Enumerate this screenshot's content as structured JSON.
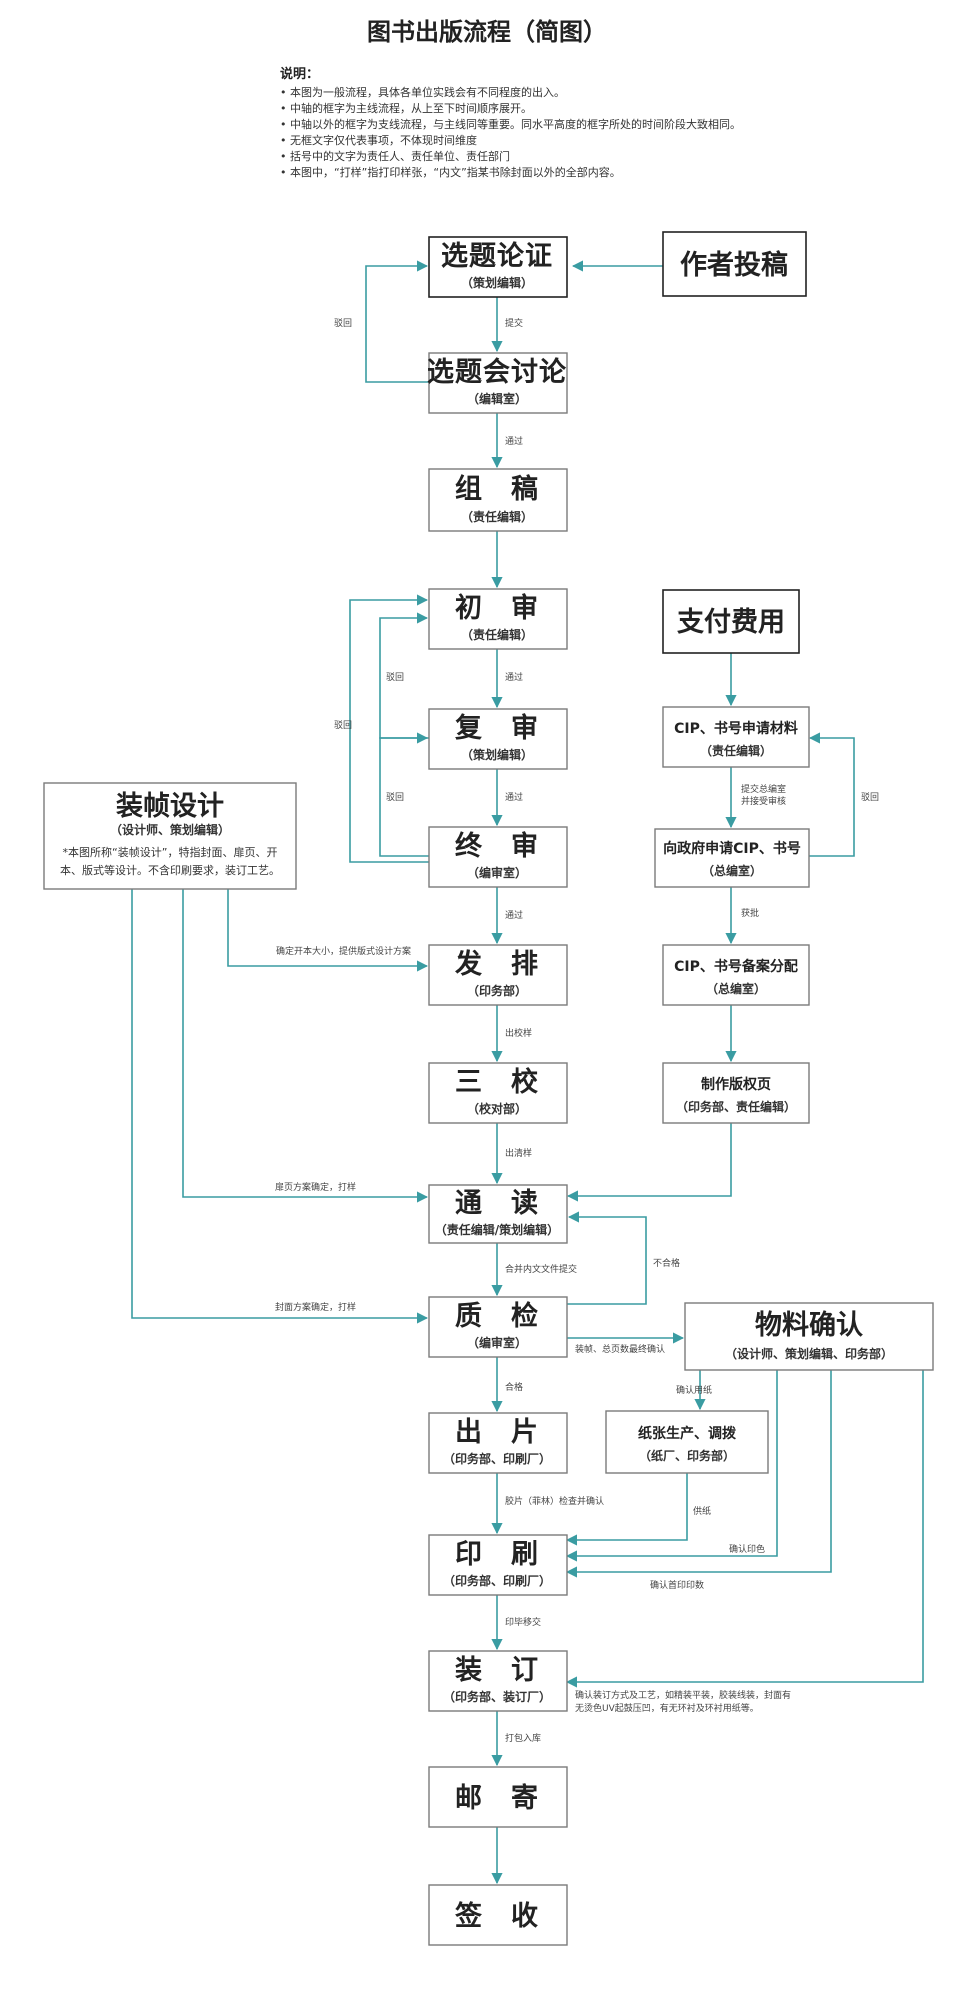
{
  "header": {
    "title": "图书出版流程（简图）",
    "notes_title": "说明：",
    "notes": [
      "• 本图为一般流程，具体各单位实践会有不同程度的出入。",
      "• 中轴的框字为主线流程，从上至下时间顺序展开。",
      "• 中轴以外的框字为支线流程，与主线同等重要。同水平高度的框字所处的时间阶段大致相同。",
      "• 无框文字仅代表事项，不体现时间维度",
      "• 括号中的文字为责任人、责任单位、责任部门",
      "• 本图中，“打样”指打印样张，“内文”指某书除封面以外的全部内容。"
    ]
  },
  "nodes": {
    "xuanti": {
      "label": "选题论证",
      "sub": "（策划编辑）"
    },
    "zuozhe": {
      "label": "作者投稿"
    },
    "taolun": {
      "label": "选题会讨论",
      "sub": "（编辑室）"
    },
    "zugao": {
      "label": "组　稿",
      "sub": "（责任编辑）"
    },
    "chushen": {
      "label": "初　审",
      "sub": "（责任编辑）"
    },
    "fushen": {
      "label": "复　审",
      "sub": "（策划编辑）"
    },
    "zhongshen": {
      "label": "终　审",
      "sub": "（编审室）"
    },
    "fapai": {
      "label": "发　排",
      "sub": "（印务部）"
    },
    "sanjiao": {
      "label": "三　校",
      "sub": "（校对部）"
    },
    "tongdu": {
      "label": "通　读",
      "sub": "（责任编辑/策划编辑）"
    },
    "zhijian": {
      "label": "质　检",
      "sub": "（编审室）"
    },
    "chupian": {
      "label": "出　片",
      "sub": "（印务部、印刷厂）"
    },
    "yinshua": {
      "label": "印　刷",
      "sub": "（印务部、印刷厂）"
    },
    "zhuangding": {
      "label": "装　订",
      "sub": "（印务部、装订厂）"
    },
    "youji": {
      "label": "邮　寄"
    },
    "qianshou": {
      "label": "签　收"
    },
    "zhifu": {
      "label": "支付费用"
    },
    "cip_cailiao": {
      "label": "CIP、书号申请材料",
      "sub": "（责任编辑）"
    },
    "cip_shenqing": {
      "label": "向政府申请CIP、书号",
      "sub": "（总编室）"
    },
    "cip_fenpei": {
      "label": "CIP、书号备案分配",
      "sub": "（总编室）"
    },
    "banquan": {
      "label": "制作版权页",
      "sub": "（印务部、责任编辑）"
    },
    "zhuangzhen": {
      "label": "装帧设计",
      "sub": "（设计师、策划编辑）",
      "note_1": "*本图所称“装帧设计”，特指封面、扉页、开",
      "note_2": "本、版式等设计。不含印刷要求，装订工艺。"
    },
    "wuliao": {
      "label": "物料确认",
      "sub": "（设计师、策划编辑、印务部）"
    },
    "zhizhang": {
      "label": "纸张生产、调拨",
      "sub": "（纸厂、印务部）"
    }
  },
  "edge_labels": {
    "bohui_1": "驳回",
    "tijiao": "提交",
    "tongguo_1": "通过",
    "bohui_2": "驳回",
    "bohui_3": "驳回",
    "tongguo_2": "通过",
    "bohui_4": "驳回",
    "tongguo_3": "通过",
    "tongguo_4": "通过",
    "chujiaoyang": "出校样",
    "chuqingyang": "出清样",
    "hebing": "合并内文文件提交",
    "buhege": "不合格",
    "hege": "合格",
    "jiaopian": "胶片（菲林）检查并确认",
    "yinbiyijiao": "印毕移交",
    "dabao": "打包入库",
    "tijiao_zongbian_1": "提交总编室",
    "tijiao_zongbian_2": "并接受审核",
    "bohui_cip": "驳回",
    "huopi": "获批",
    "kaiben": "确定开本大小，提供版式设计方案",
    "feiye": "扉页方案确定，打样",
    "fengmian": "封面方案确定，打样",
    "zhuangzhen_yeshu": "装帧、总页数最终确认",
    "queren_yongzhi": "确认用纸",
    "gongzhi": "供纸",
    "queren_yinse": "确认印色",
    "queren_yinshu": "确认首印印数",
    "zhuangding_1": "确认装订方式及工艺，如精装平装，胶装线装，封面有",
    "zhuangding_2": "无烫色UV起鼓压凹，有无环衬及环衬用纸等。"
  },
  "colors": {
    "arrow": "#3a9ca2",
    "box_border": "#7b7b7b"
  }
}
